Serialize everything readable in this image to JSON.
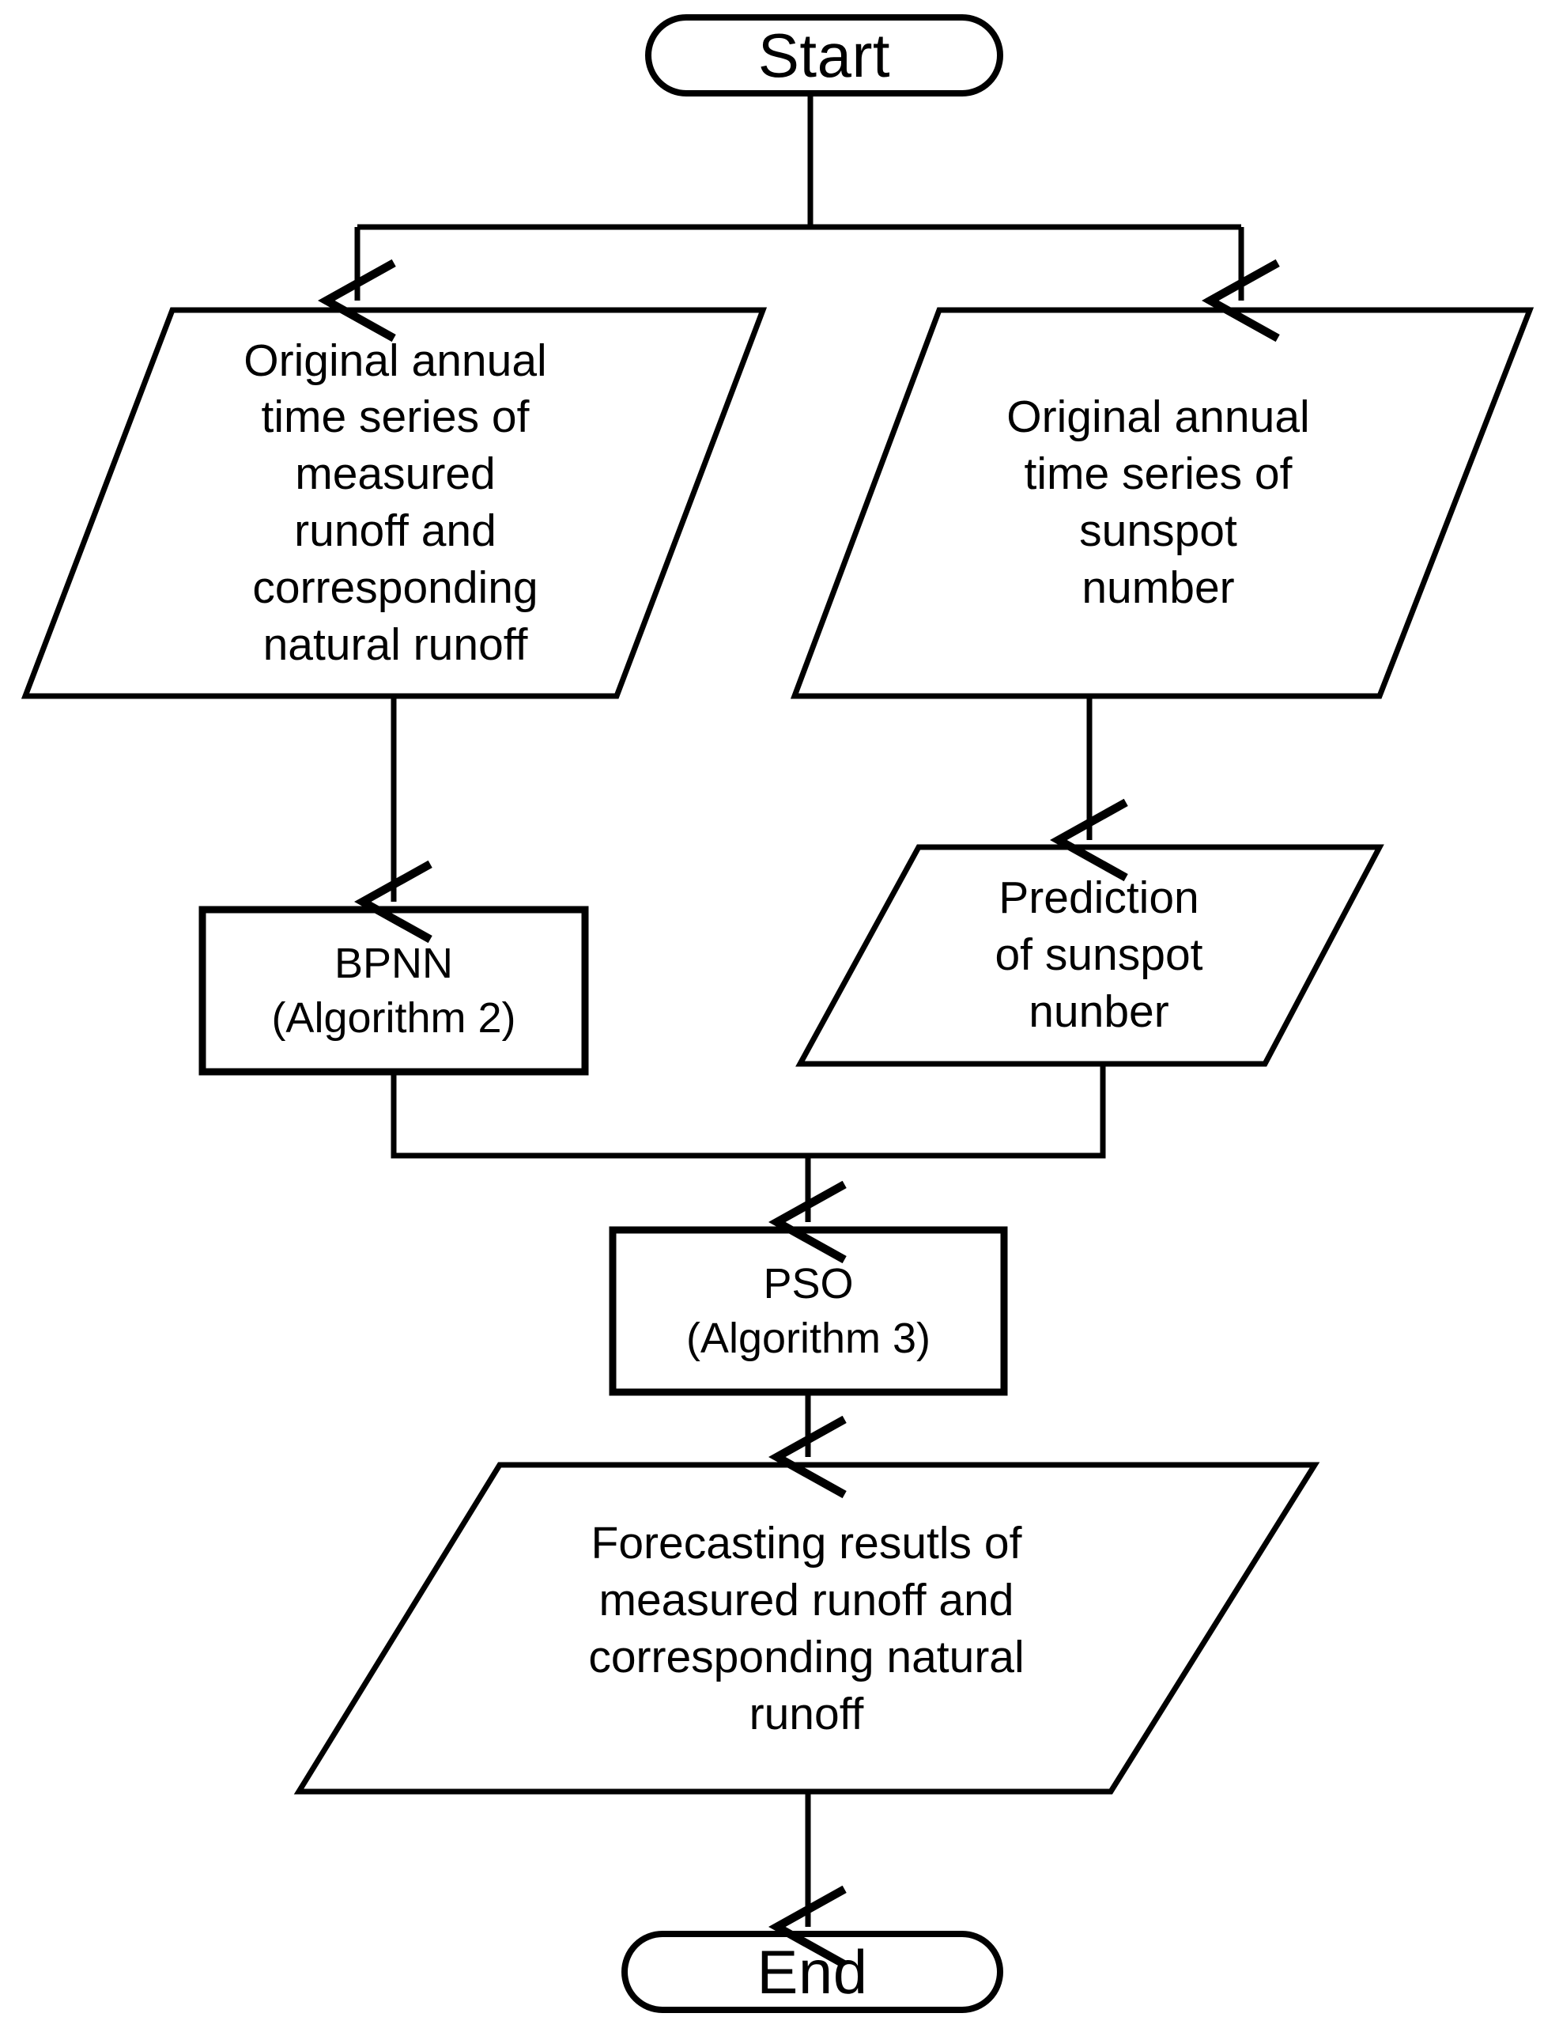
{
  "diagram": {
    "title": "Flowchart of runoff forecasting methodology",
    "type": "flowchart",
    "background_color": "#ffffff",
    "stroke_color": "#000000",
    "text_color": "#000000"
  },
  "nodes": {
    "start": {
      "label": "Start",
      "shape": "terminator"
    },
    "input_runoff": {
      "label": "Original annual\ntime series of\nmeasured\nrunoff and\ncorresponding\nnatural runoff",
      "shape": "parallelogram"
    },
    "input_sunspot": {
      "label": "Original annual\ntime series of\nsunspot\nnumber",
      "shape": "parallelogram"
    },
    "bpnn": {
      "label": "BPNN\n(Algorithm 2)",
      "shape": "process"
    },
    "prediction_sunspot": {
      "label": "Prediction\nof sunspot\nnunber",
      "shape": "parallelogram"
    },
    "pso": {
      "label": "PSO\n(Algorithm 3)",
      "shape": "process"
    },
    "forecast_results": {
      "label": "Forecasting resutls of\nmeasured runoff and\ncorresponding natural\nrunoff",
      "shape": "parallelogram"
    },
    "end": {
      "label": "End",
      "shape": "terminator"
    }
  },
  "edges": [
    {
      "from": "start",
      "to": "input_runoff",
      "arrow": true
    },
    {
      "from": "start",
      "to": "input_sunspot",
      "arrow": true
    },
    {
      "from": "input_runoff",
      "to": "bpnn",
      "arrow": true
    },
    {
      "from": "input_sunspot",
      "to": "prediction_sunspot",
      "arrow": true
    },
    {
      "from": "bpnn",
      "to": "pso",
      "arrow": true
    },
    {
      "from": "prediction_sunspot",
      "to": "pso",
      "arrow": true
    },
    {
      "from": "pso",
      "to": "forecast_results",
      "arrow": true
    },
    {
      "from": "forecast_results",
      "to": "end",
      "arrow": true
    }
  ]
}
